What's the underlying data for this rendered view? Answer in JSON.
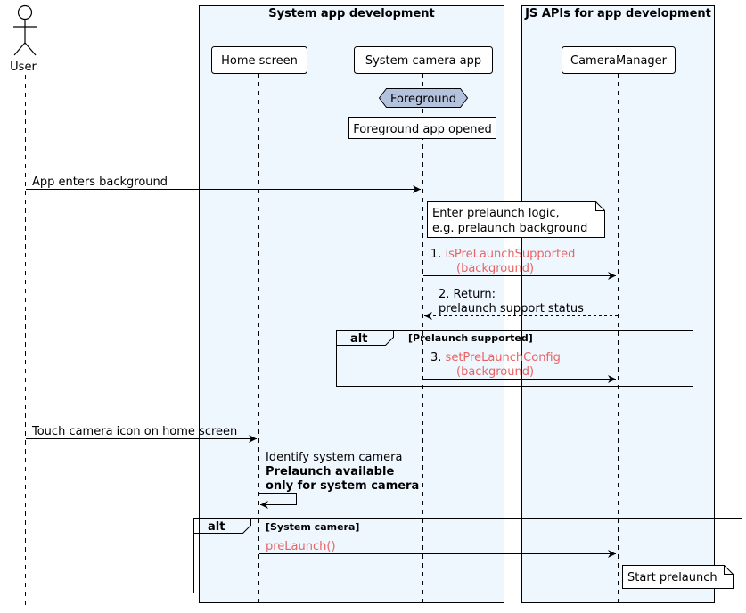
{
  "actor": {
    "label": "User"
  },
  "boxes": {
    "system": "System app development",
    "js": "JS APIs for app development"
  },
  "participants": {
    "home": "Home screen",
    "camera_app": "System camera app",
    "camera_manager": "CameraManager"
  },
  "state": {
    "hexagon": "Foreground",
    "note": "Foreground app opened"
  },
  "messages": {
    "m1": "App enters background",
    "m2": "1. ",
    "m2_call": "isPreLaunchSupported",
    "m2_arg": "(background)",
    "m3_l1": "2. Return:",
    "m3_l2": "prelaunch support status",
    "m4": "3. ",
    "m4_call": "setPreLaunchConfig",
    "m4_arg": "(background)",
    "m5": "Touch camera icon on home screen",
    "m6_l1": "Identify system camera",
    "m6_l2": "Prelaunch available",
    "m6_l3": "only for system camera",
    "m7": "preLaunch()"
  },
  "notes": {
    "prelaunch_l1": "Enter prelaunch logic,",
    "prelaunch_l2": "e.g. prelaunch background",
    "start": "Start prelaunch"
  },
  "alts": {
    "a1_keyword": "alt",
    "a1_cond": "[Prelaunch supported]",
    "a2_keyword": "alt",
    "a2_cond": "[System camera]"
  },
  "colors": {
    "box_fill": "#eef6fe",
    "box_stroke": "#000000",
    "hex_fill": "#b3c3dd",
    "call_text": "#e86464"
  }
}
